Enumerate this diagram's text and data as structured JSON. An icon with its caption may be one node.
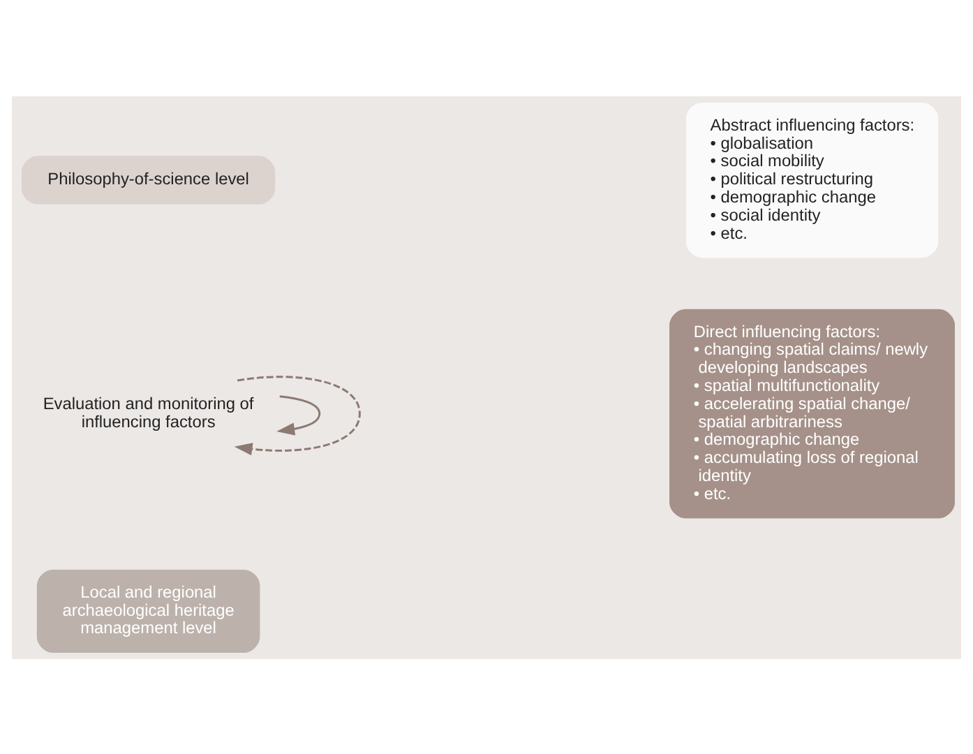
{
  "diagram": {
    "nodes": [
      {
        "text": [
          "Philosophy-of-science level"
        ]
      },
      {
        "text": [
          "Abstract influencing factors:",
          "• globalisation",
          "• social mobility",
          "• political restructuring",
          "• demographic change",
          "• social identity",
          "• etc."
        ]
      },
      {
        "text": [
          "Evaluation and monitoring of influencing factors"
        ]
      },
      {
        "text": [
          "Local and regional archaeological heritage management level"
        ]
      },
      {
        "text": [
          "Direct influencing factors:",
          "• changing spatial claims/ newly developing landscapes",
          "• spatial multifunctionality",
          "• accelerating spatial change/ spatial arbitrariness",
          "• demographic change",
          "• accumulating loss of regional identity",
          "• etc."
        ]
      }
    ],
    "edges": [
      {
        "from": 2,
        "to": 2,
        "arrow": "to"
      },
      {
        "from": 2,
        "to": 2,
        "arrow": "to",
        "style": "dashed"
      }
    ]
  }
}
